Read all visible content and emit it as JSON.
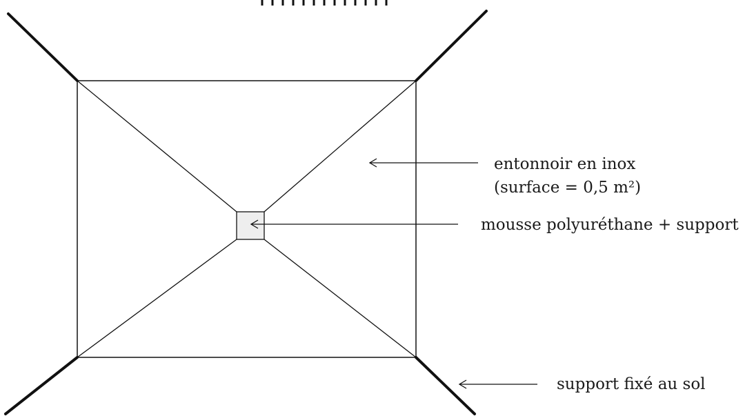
{
  "labels": {
    "funnel": "entonnoir en inox",
    "surface": "(surface = 0,5 m²)",
    "foam": "mousse polyuréthane + support",
    "ground_support": "support fixé au sol"
  },
  "colors": {
    "stroke": "#111111",
    "foam_fill": "#eeeeee"
  }
}
